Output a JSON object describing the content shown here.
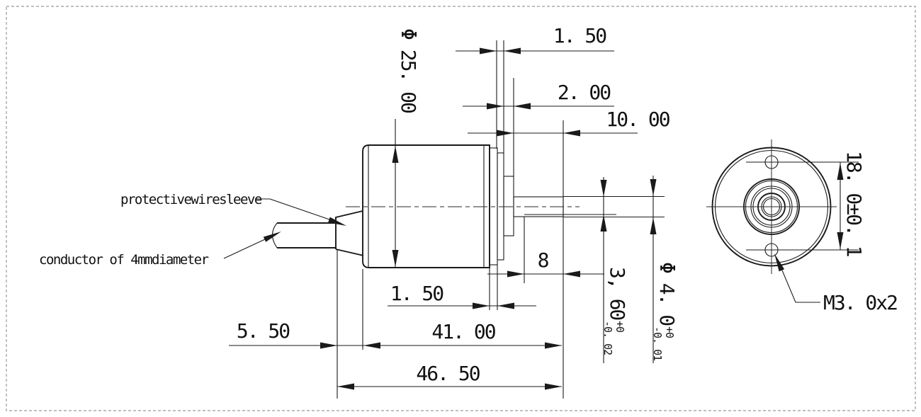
{
  "drawing": {
    "labels": {
      "sleeve": "protectivewiresleeve",
      "conductor": "conductor of 4mmdiameter",
      "thread": "M3. 0x2"
    },
    "dims": {
      "cap_gap_top": "1. 50",
      "boss_length": "2. 00",
      "shaft_length": "10. 00",
      "cap_thickness_bottom": "1. 50",
      "flat_length": "8",
      "sleeve_length": "5. 50",
      "body_length": "41. 00",
      "total_length": "46. 50",
      "body_diameter": "Φ 25. 00",
      "flat_height": {
        "main": "3, 60",
        "sup": "+0",
        "sub": "-0. 02"
      },
      "shaft_diameter": {
        "main": "Φ 4. 0",
        "sup": "+0",
        "sub": "-0. 01"
      },
      "hole_spacing": "18. 0±0. 1"
    },
    "colors": {
      "line": "#1a1a1a",
      "frame_border": "#999999",
      "background": "#ffffff"
    }
  }
}
